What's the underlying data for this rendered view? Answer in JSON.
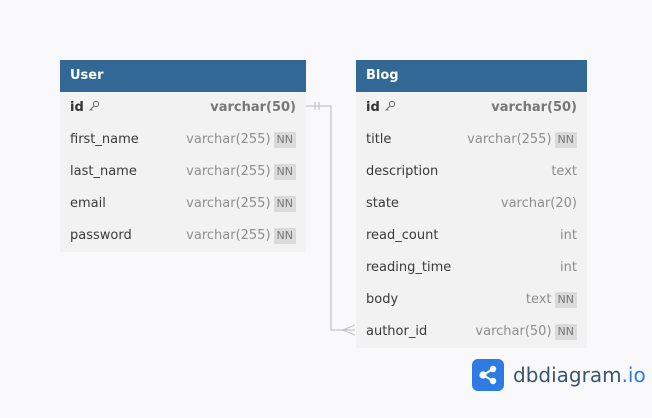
{
  "tables": [
    {
      "name": "User",
      "fields": [
        {
          "name": "id",
          "type": "varchar(50)",
          "pk": true,
          "nn": false
        },
        {
          "name": "first_name",
          "type": "varchar(255)",
          "pk": false,
          "nn": true
        },
        {
          "name": "last_name",
          "type": "varchar(255)",
          "pk": false,
          "nn": true
        },
        {
          "name": "email",
          "type": "varchar(255)",
          "pk": false,
          "nn": true
        },
        {
          "name": "password",
          "type": "varchar(255)",
          "pk": false,
          "nn": true
        }
      ]
    },
    {
      "name": "Blog",
      "fields": [
        {
          "name": "id",
          "type": "varchar(50)",
          "pk": true,
          "nn": false
        },
        {
          "name": "title",
          "type": "varchar(255)",
          "pk": false,
          "nn": true
        },
        {
          "name": "description",
          "type": "text",
          "pk": false,
          "nn": false
        },
        {
          "name": "state",
          "type": "varchar(20)",
          "pk": false,
          "nn": false
        },
        {
          "name": "read_count",
          "type": "int",
          "pk": false,
          "nn": false
        },
        {
          "name": "reading_time",
          "type": "int",
          "pk": false,
          "nn": false
        },
        {
          "name": "body",
          "type": "text",
          "pk": false,
          "nn": true
        },
        {
          "name": "author_id",
          "type": "varchar(50)",
          "pk": false,
          "nn": true
        }
      ]
    }
  ],
  "nn_label": "NN",
  "relationship": {
    "from": "User.id",
    "to": "Blog.author_id",
    "type": "one-to-many"
  },
  "brand": {
    "name": "dbdiagram",
    "suffix": ".io",
    "icon": "share-nodes-icon"
  },
  "colors": {
    "header": "#316896",
    "table_bg": "#f2f2f2",
    "brand": "#2e7be4"
  }
}
